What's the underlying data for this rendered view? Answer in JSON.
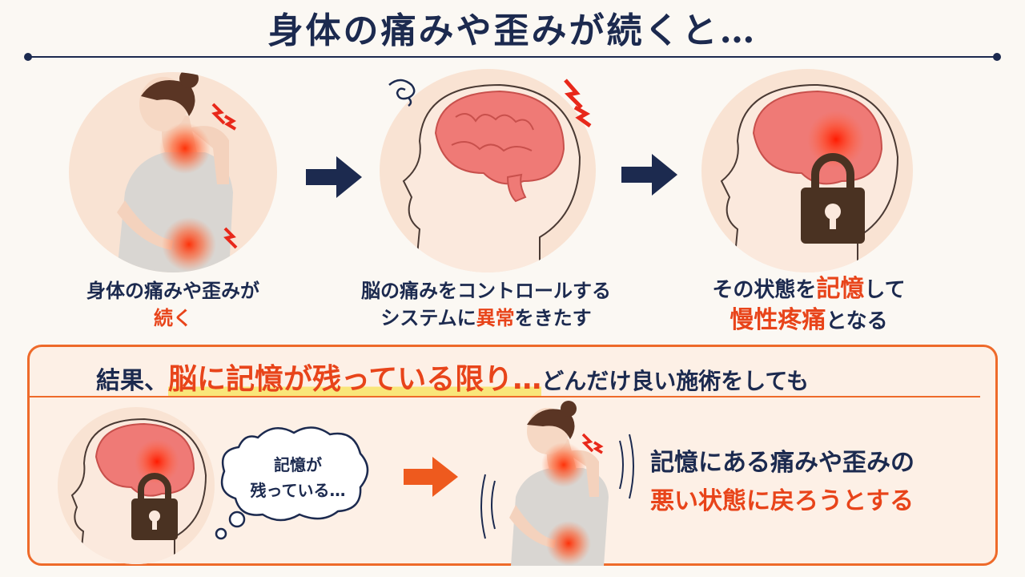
{
  "title": "身体の痛みや歪みが続くと…",
  "steps": [
    {
      "line1": "身体の痛みや歪みが",
      "line2_highlight": "続く",
      "illustration": "woman-neck-back-pain"
    },
    {
      "line1": "脳の痛みをコントロールする",
      "line2_pre": "システムに",
      "line2_highlight": "異常",
      "line2_post": "をきたす",
      "illustration": "brain-in-head"
    },
    {
      "line1_pre": "その状態を",
      "line1_highlight": "記憶",
      "line1_post": "して",
      "line2_highlight": "慢性疼痛",
      "line2_post": "となる",
      "illustration": "head-brain-padlock"
    }
  ],
  "result": {
    "prefix": "結果、",
    "highlight": "脳に記憶が残っている限り…",
    "suffix": "どんだけ良い施術をしても"
  },
  "bubble": {
    "line1": "記憶が",
    "line2": "残っている…"
  },
  "final": {
    "line1": "記憶にある痛みや歪みの",
    "line2": "悪い状態に戻ろうとする"
  },
  "colors": {
    "navy": "#1c2a4f",
    "accent_orange": "#e8441a",
    "panel_border": "#ee6a2a",
    "brain": "#ef7a76",
    "lock": "#4a3222"
  }
}
